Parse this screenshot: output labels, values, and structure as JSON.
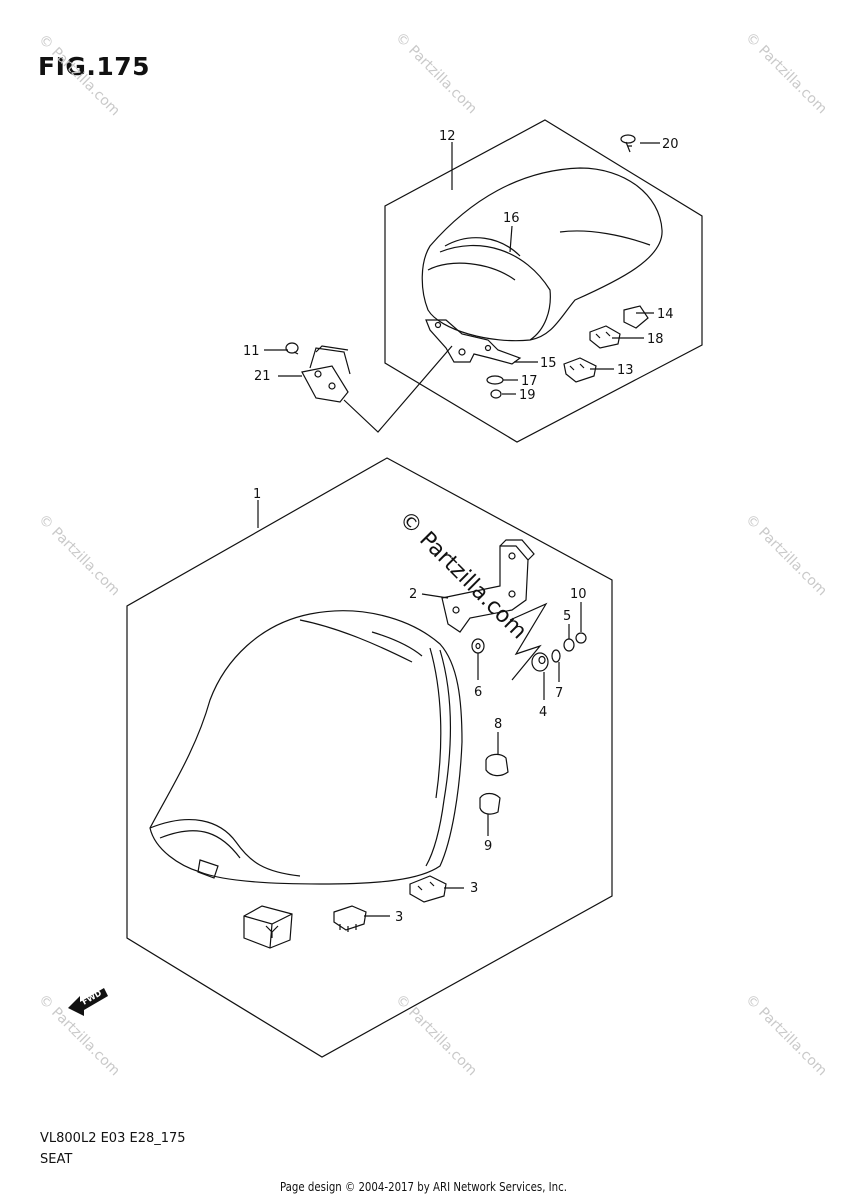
{
  "figure": {
    "title": "FIG.175",
    "model_code": "VL800L2 E03 E28_175",
    "section_name": "SEAT",
    "copyright": "Page design © 2004-2017 by ARI Network Services, Inc.",
    "watermark": "© Partzilla.com",
    "fwd_label": "FWD"
  },
  "callouts": [
    "1",
    "2",
    "3",
    "3",
    "4",
    "5",
    "6",
    "7",
    "8",
    "9",
    "10",
    "11",
    "12",
    "13",
    "14",
    "15",
    "16",
    "17",
    "18",
    "19",
    "20",
    "21"
  ],
  "colors": {
    "line": "#111111",
    "watermark": "#c9c9c9"
  }
}
